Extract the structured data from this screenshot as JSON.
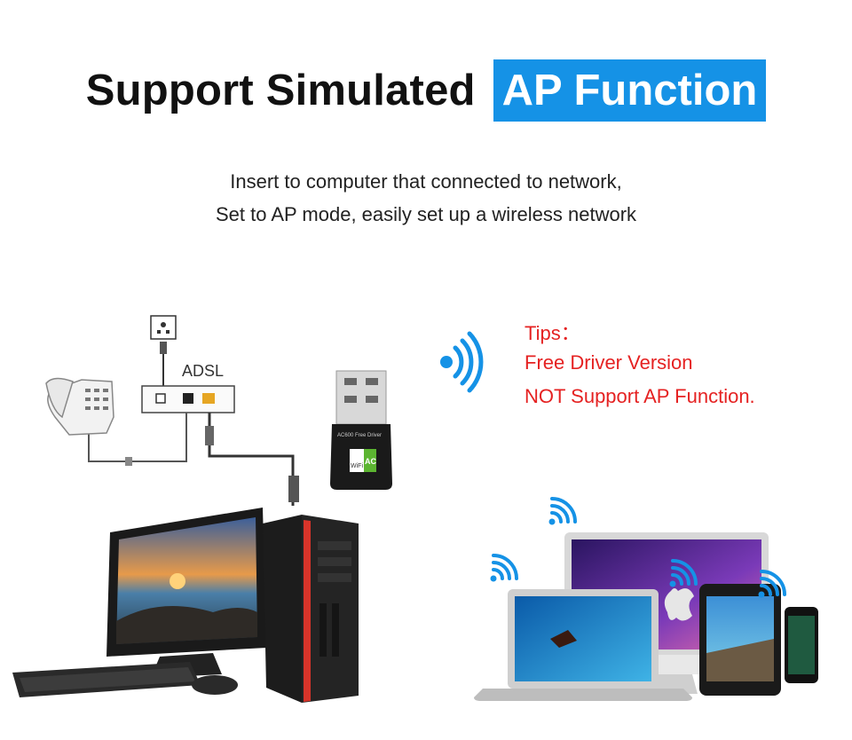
{
  "header": {
    "title_plain": "Support Simulated",
    "title_highlight": "AP Function"
  },
  "description": {
    "line1": "Insert to computer that connected to network,",
    "line2": "Set to AP mode, easily set up a wireless network"
  },
  "diagram": {
    "adsl_label": "ADSL"
  },
  "adapter": {
    "brand_text": "AC600 Free Driver",
    "badge_wifi": "WiFi",
    "badge_ac": "AC"
  },
  "tips": {
    "heading": "Tips：",
    "line1": "Free Driver Version",
    "line2": "NOT Support AP Function."
  },
  "colors": {
    "accent": "#1592e6",
    "tips": "#e52222",
    "wifi": "#1592e6"
  }
}
